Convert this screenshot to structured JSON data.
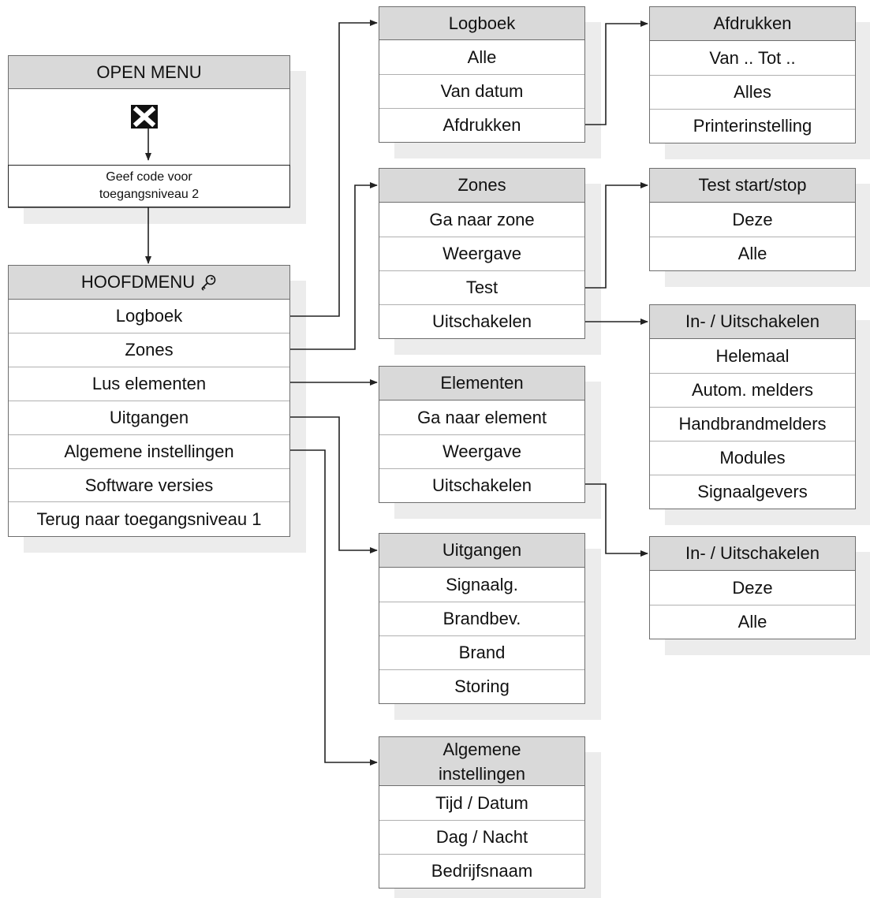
{
  "open_menu": {
    "title": "OPEN MENU",
    "icon": "close-x-icon",
    "code_prompt_line1": "Geef code voor",
    "code_prompt_line2": "toegangsniveau 2"
  },
  "hoofdmenu": {
    "title": "HOOFDMENU",
    "icon": "key-icon",
    "items": [
      "Logboek",
      "Zones",
      "Lus elementen",
      "Uitgangen",
      "Algemene instellingen",
      "Software versies",
      "Terug naar toegangsniveau 1"
    ]
  },
  "logboek": {
    "title": "Logboek",
    "items": [
      "Alle",
      "Van datum",
      "Afdrukken"
    ]
  },
  "afdrukken": {
    "title": "Afdrukken",
    "items": [
      "Van .. Tot ..",
      "Alles",
      "Printerinstelling"
    ]
  },
  "zones": {
    "title": "Zones",
    "items": [
      "Ga naar zone",
      "Weergave",
      "Test",
      "Uitschakelen"
    ]
  },
  "test_start_stop": {
    "title": "Test start/stop",
    "items": [
      "Deze",
      "Alle"
    ]
  },
  "zones_in_uitschakelen": {
    "title": "In- / Uitschakelen",
    "items": [
      "Helemaal",
      "Autom. melders",
      "Handbrandmelders",
      "Modules",
      "Signaalgevers"
    ]
  },
  "elementen": {
    "title": "Elementen",
    "items": [
      "Ga naar element",
      "Weergave",
      "Uitschakelen"
    ]
  },
  "elementen_in_uitschakelen": {
    "title": "In- / Uitschakelen",
    "items": [
      "Deze",
      "Alle"
    ]
  },
  "uitgangen": {
    "title": "Uitgangen",
    "items": [
      "Signaalg.",
      "Brandbev.",
      "Brand",
      "Storing"
    ]
  },
  "algemene_instellingen": {
    "title_line1": "Algemene",
    "title_line2": "instellingen",
    "items": [
      "Tijd / Datum",
      "Dag / Nacht",
      "Bedrijfsnaam"
    ]
  },
  "colors": {
    "header_fill": "#d9d9d9",
    "border": "#6e6e6e",
    "shadow": "#ececec",
    "connector": "#222222"
  }
}
